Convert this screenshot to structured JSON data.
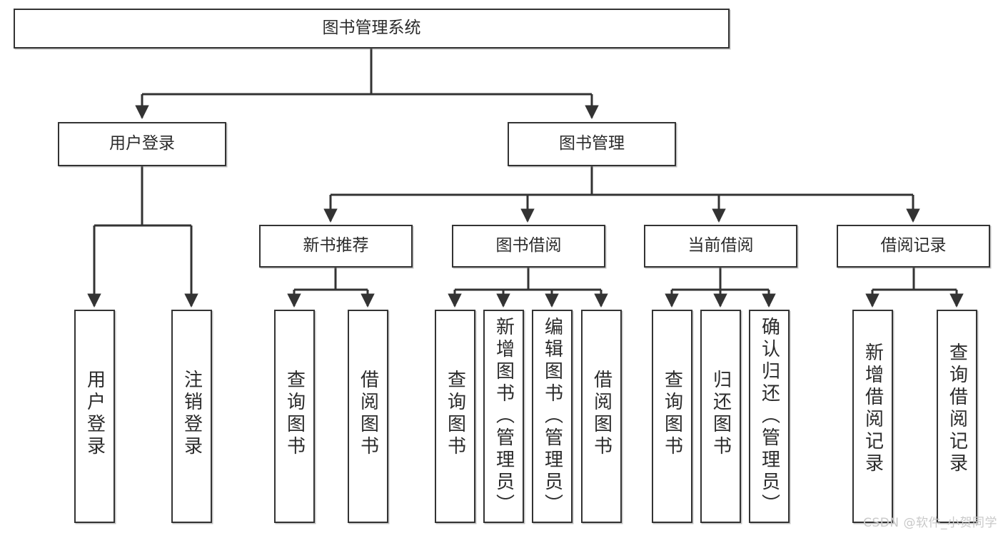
{
  "diagram": {
    "title": "图书管理系统",
    "type": "tree-hierarchy",
    "watermark": "CSDN @软件_小贺同学",
    "colors": {
      "node_border": "#333333",
      "node_fill": "#ffffff",
      "edge": "#333333",
      "text": "#2b2b2b",
      "watermark": "#c9c9c9",
      "background": "#ffffff"
    },
    "root": {
      "id": "root",
      "label": "图书管理系统"
    },
    "level2": [
      {
        "id": "user-login",
        "label": "用户登录"
      },
      {
        "id": "book-manage",
        "label": "图书管理"
      }
    ],
    "level3": [
      {
        "id": "new-book-rec",
        "label": "新书推荐",
        "parent": "book-manage"
      },
      {
        "id": "book-borrow",
        "label": "图书借阅",
        "parent": "book-manage"
      },
      {
        "id": "current-borrow",
        "label": "当前借阅",
        "parent": "book-manage"
      },
      {
        "id": "borrow-record",
        "label": "借阅记录",
        "parent": "book-manage"
      }
    ],
    "leaves": [
      {
        "id": "leaf-user-login",
        "label": "用户登录",
        "parent": "user-login"
      },
      {
        "id": "leaf-logout-login",
        "label": "注销登录",
        "parent": "user-login"
      },
      {
        "id": "leaf-query-book-1",
        "label": "查询图书",
        "parent": "new-book-rec"
      },
      {
        "id": "leaf-borrow-book-1",
        "label": "借阅图书",
        "parent": "new-book-rec"
      },
      {
        "id": "leaf-query-book-2",
        "label": "查询图书",
        "parent": "book-borrow"
      },
      {
        "id": "leaf-add-book",
        "label": "新增图书（管理员）",
        "parent": "book-borrow"
      },
      {
        "id": "leaf-edit-book",
        "label": "编辑图书（管理员）",
        "parent": "book-borrow"
      },
      {
        "id": "leaf-borrow-book-2",
        "label": "借阅图书",
        "parent": "book-borrow"
      },
      {
        "id": "leaf-query-book-3",
        "label": "查询图书",
        "parent": "current-borrow"
      },
      {
        "id": "leaf-return-book",
        "label": "归还图书",
        "parent": "current-borrow"
      },
      {
        "id": "leaf-confirm-return",
        "label": "确认归还（管理员）",
        "parent": "current-borrow"
      },
      {
        "id": "leaf-add-record",
        "label": "新增借阅记录",
        "parent": "borrow-record"
      },
      {
        "id": "leaf-query-record",
        "label": "查询借阅记录",
        "parent": "borrow-record"
      }
    ]
  }
}
